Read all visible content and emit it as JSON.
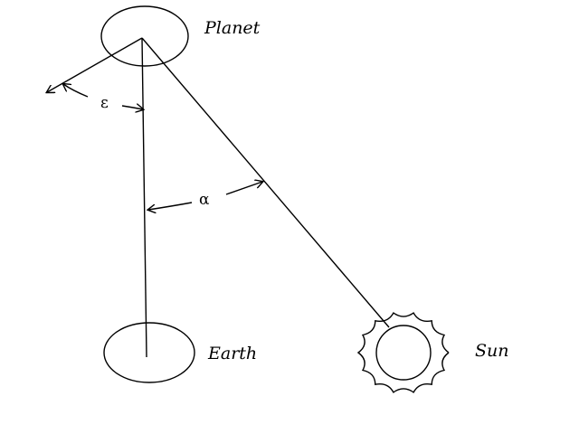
{
  "labels": {
    "planet": "Planet",
    "earth": "Earth",
    "sun": "Sun",
    "epsilon": "ε",
    "alpha": "α"
  },
  "colors": {
    "stroke": "#000000",
    "background": "#ffffff"
  }
}
